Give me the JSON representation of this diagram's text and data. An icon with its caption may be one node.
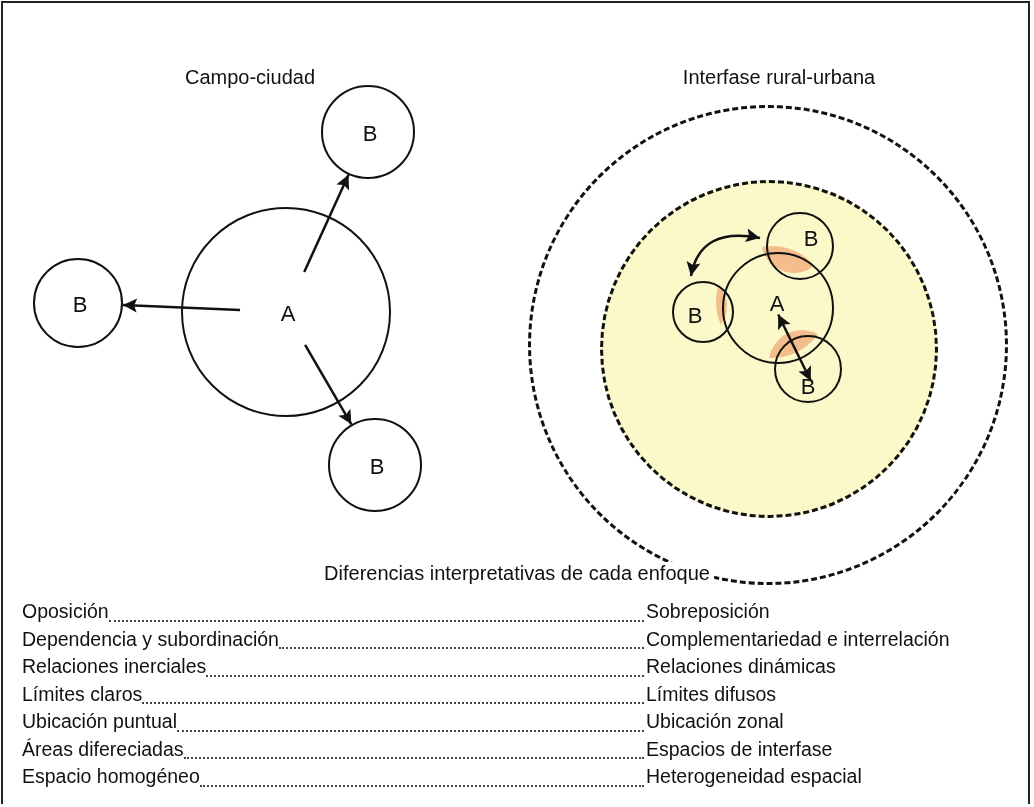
{
  "diagram": {
    "nodes": [
      {
        "text": [
          "A"
        ]
      },
      {
        "text": [
          "B"
        ]
      },
      {
        "text": [
          "B"
        ]
      },
      {
        "text": [
          "B"
        ]
      },
      {
        "text": [],
        "shape": "circle"
      },
      {
        "text": [],
        "shape": "circle",
        "in": 4
      },
      {
        "text": [
          "A"
        ],
        "in": 5
      },
      {
        "text": [
          "B"
        ],
        "in": 5
      },
      {
        "text": [
          "B"
        ],
        "in": 5
      },
      {
        "text": [
          "B"
        ],
        "in": 5
      }
    ],
    "edges": [
      {
        "from": 0,
        "to": 1,
        "arrow": "to"
      },
      {
        "from": 0,
        "to": 2,
        "arrow": "to"
      },
      {
        "from": 0,
        "to": 3,
        "arrow": "to"
      },
      {
        "from": 8,
        "to": 7,
        "arrow": "both"
      },
      {
        "from": 6,
        "to": 9,
        "arrow": "both"
      }
    ],
    "labels": [
      "Campo-ciudad",
      "Interfase rural-urbana",
      "Diferencias interpretativas de cada enfoque",
      "Oposición",
      "Sobreposición",
      "Dependencia y subordinación",
      "Complementariedad e interrelación",
      "Relaciones inerciales",
      "Relaciones dinámicas",
      "Límites claros",
      "Límites difusos",
      "Ubicación puntual",
      "Ubicación zonal",
      "Áreas difereciadas",
      "Espacios de interfase",
      "Espacio homogéneo",
      "Heterogeneidad espacial"
    ]
  }
}
